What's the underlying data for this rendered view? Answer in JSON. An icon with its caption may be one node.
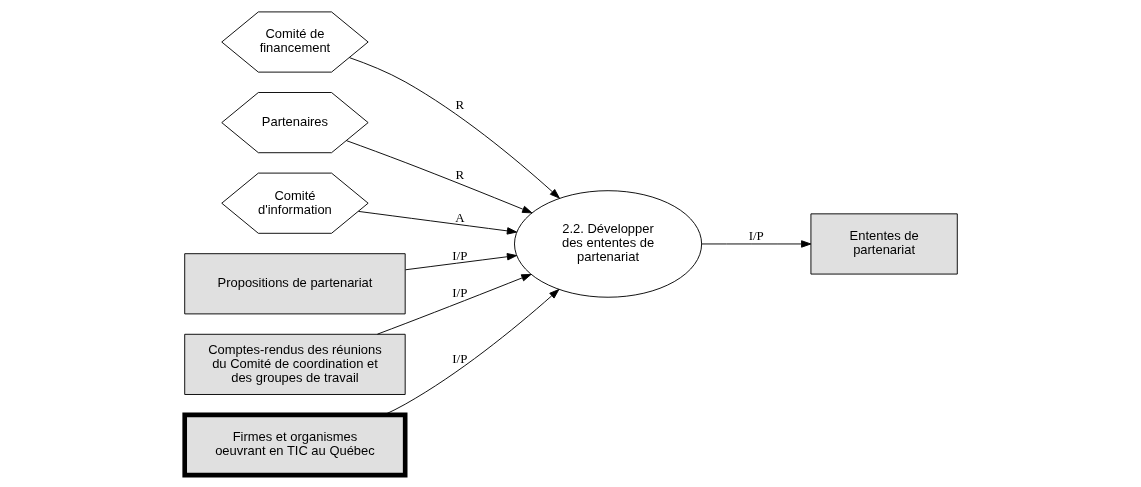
{
  "diagram": {
    "nodes": [
      {
        "text": [
          "Comité de financement"
        ]
      },
      {
        "text": [
          "Partenaires"
        ]
      },
      {
        "text": [
          "Comité d'information"
        ]
      },
      {
        "text": [
          "Propositions de partenariat"
        ]
      },
      {
        "text": [
          "Comptes-rendus des réunions du Comité de coordination et des groupes de travail"
        ]
      },
      {
        "text": [
          "Firmes et organismes oeuvrant en TIC au Québec"
        ]
      },
      {
        "text": [
          "2.2. Développer des ententes de partenariat"
        ]
      },
      {
        "text": [
          "Ententes de partenariat"
        ]
      }
    ],
    "edges": [
      {
        "from": 0,
        "to": 6,
        "arrow": "to",
        "label": "R"
      },
      {
        "from": 1,
        "to": 6,
        "arrow": "to",
        "label": "R"
      },
      {
        "from": 2,
        "to": 6,
        "arrow": "to",
        "label": "A"
      },
      {
        "from": 3,
        "to": 6,
        "arrow": "to",
        "label": "I/P"
      },
      {
        "from": 4,
        "to": 6,
        "arrow": "to",
        "label": "I/P"
      },
      {
        "from": 5,
        "to": 6,
        "arrow": "to",
        "label": "I/P"
      },
      {
        "from": 6,
        "to": 7,
        "arrow": "to",
        "label": "I/P"
      }
    ]
  }
}
